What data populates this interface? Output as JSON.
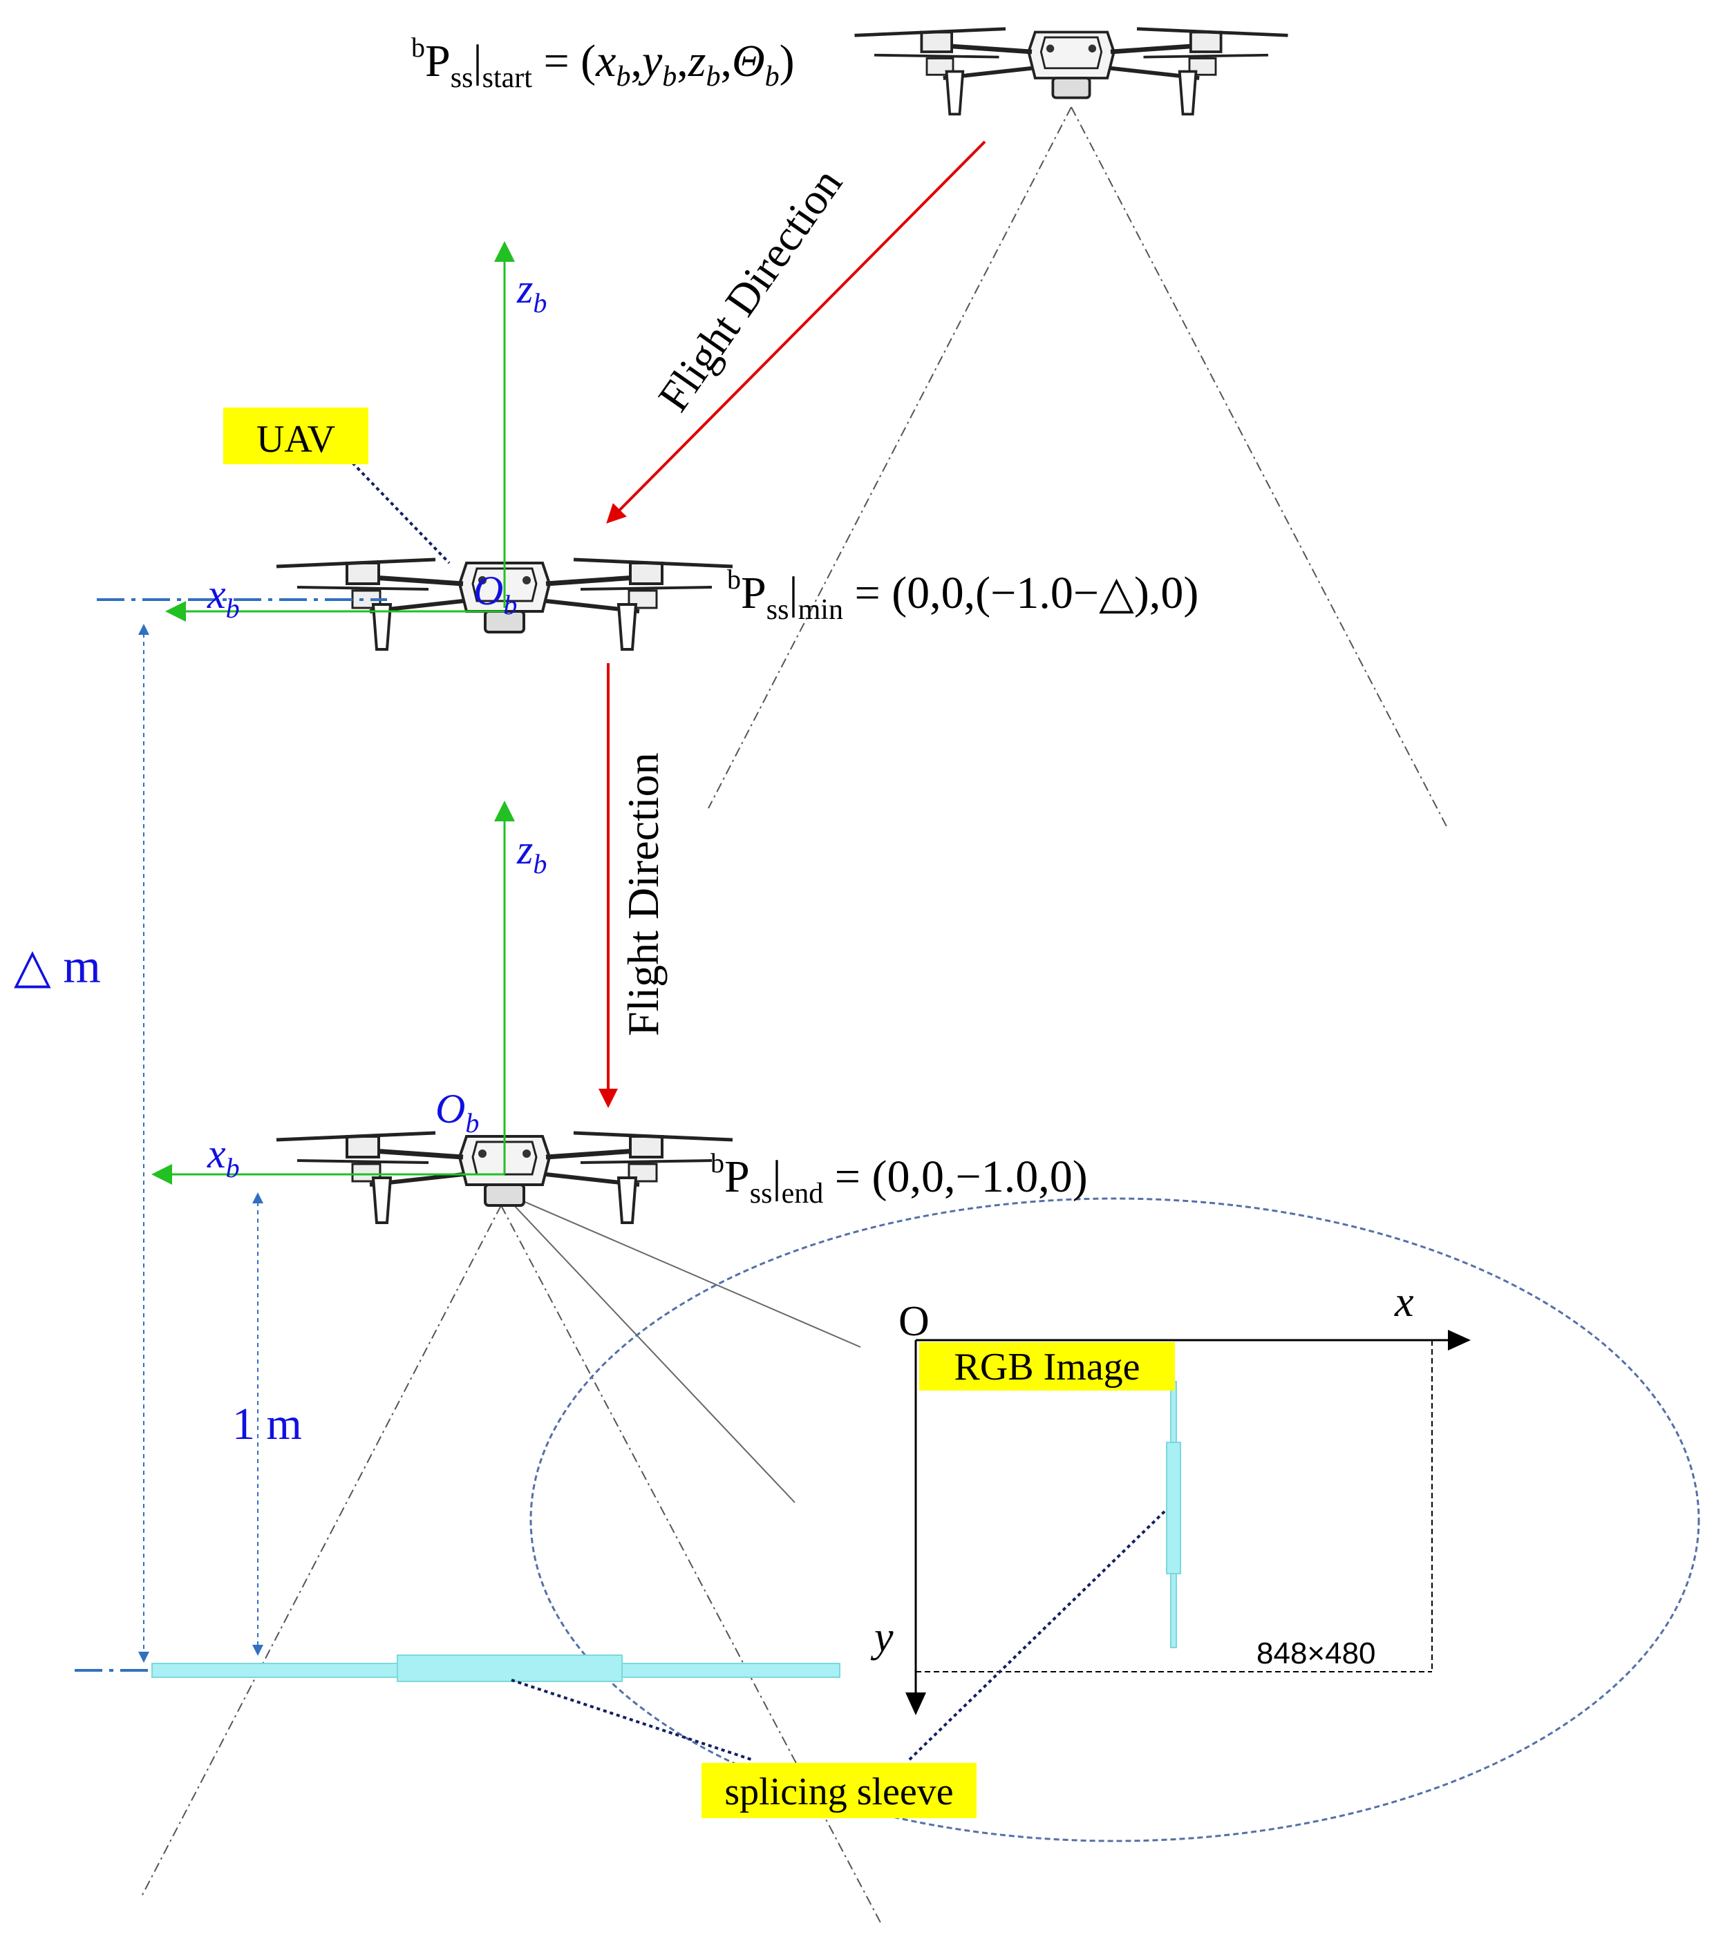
{
  "labels": {
    "uav": "UAV",
    "rgb_image": "RGB Image",
    "splicing_sleeve": "splicing sleeve",
    "flight_direction_1": "Flight Direction",
    "flight_direction_2": "Flight Direction",
    "delta_m": "△ m",
    "one_m": "1 m",
    "resolution": "848×480"
  },
  "axes": {
    "z_b": "z",
    "x_b": "x",
    "o_b": "O",
    "b_sub": "b",
    "image_x": "x",
    "image_y": "y",
    "image_origin": "O"
  },
  "equations": {
    "start": {
      "sup": "b",
      "main": "P",
      "sub1": "ss",
      "sub2": "start",
      "rhs_open": " = (",
      "x": "x",
      "y": "y",
      "z": "z",
      "theta": "Θ",
      "b": "b",
      "comma": ",",
      "close": ")"
    },
    "min": {
      "sup": "b",
      "main": "P",
      "sub1": "ss",
      "sub2": "min",
      "rhs": " = (0,0,(−1.0−△),0)"
    },
    "end": {
      "sup": "b",
      "main": "P",
      "sub1": "ss",
      "sub2": "end",
      "rhs": " = (0,0,−1.0,0)"
    }
  },
  "colors": {
    "axis_green": "#22c022",
    "axis_label_blue": "#1010e0",
    "flight_arrow_red": "#e00000",
    "dim_blue": "#3070c0",
    "sleeve_cyan": "#a8f0f4",
    "highlight_yellow": "#ffff00"
  }
}
